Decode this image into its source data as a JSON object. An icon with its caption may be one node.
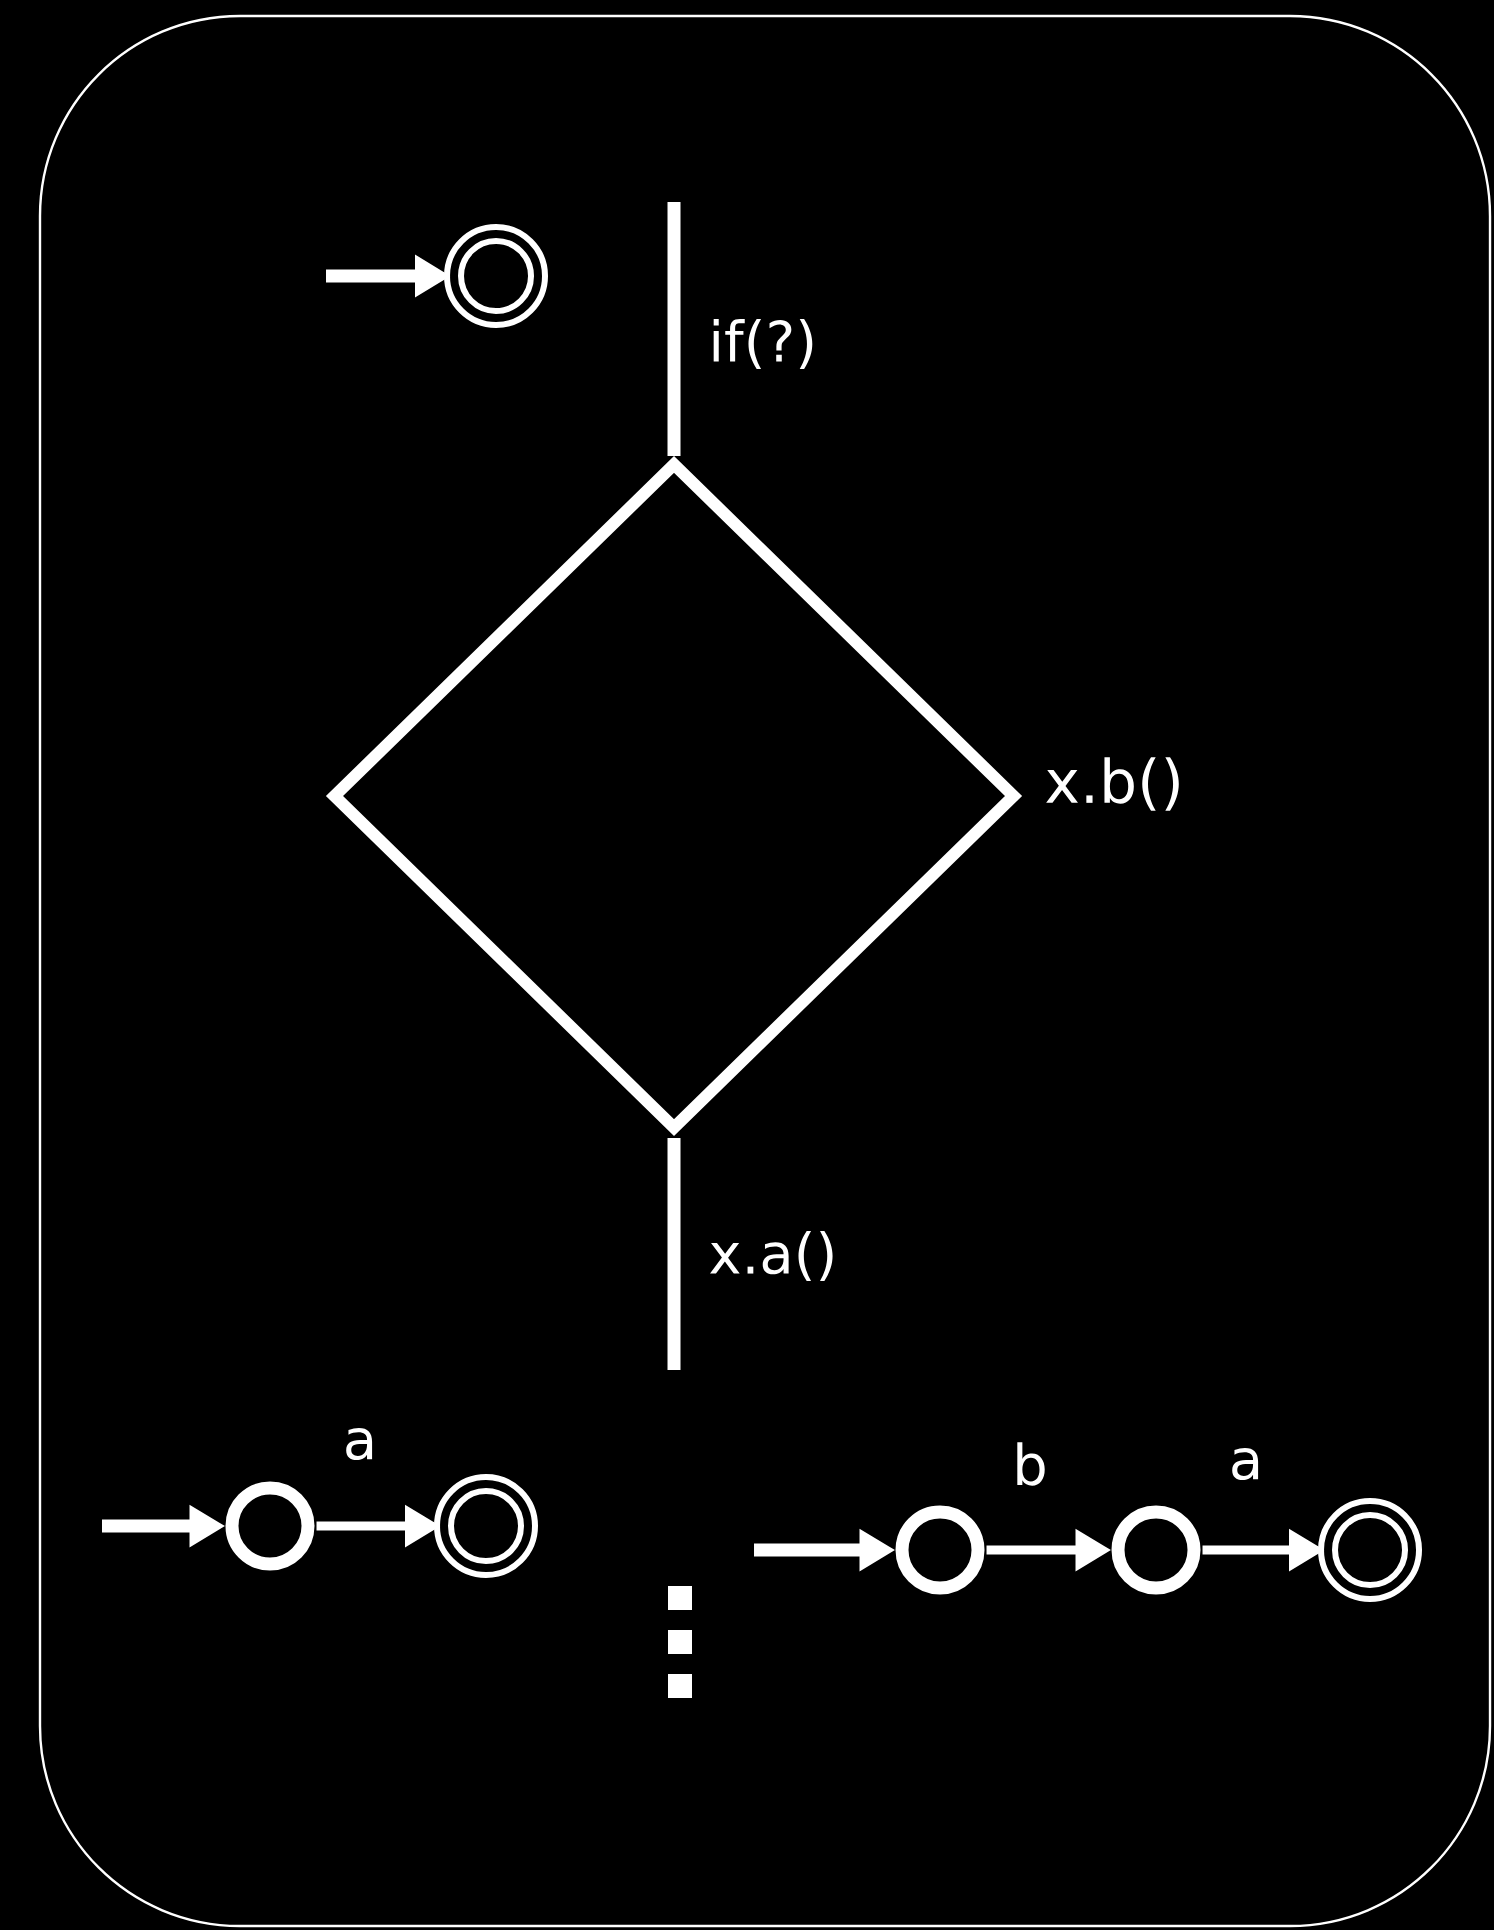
{
  "diagram": {
    "nodes": [
      {
        "text": [],
        "shape": "circle"
      },
      {
        "text": [],
        "shape": "diamond"
      },
      {
        "text": [],
        "shape": "circle"
      },
      {
        "text": [],
        "shape": "circle"
      },
      {
        "text": [],
        "shape": "circle"
      },
      {
        "text": [],
        "shape": "circle"
      },
      {
        "text": [],
        "shape": "circle"
      }
    ],
    "edges": [
      {
        "from": null,
        "to": 0,
        "arrow": "to"
      },
      {
        "from": null,
        "to": 1,
        "arrow": "none",
        "label": "if(?)"
      },
      {
        "from": 1,
        "to": null,
        "arrow": "none",
        "label": "x.a()"
      },
      {
        "from": null,
        "to": 2,
        "arrow": "to"
      },
      {
        "from": 2,
        "to": 3,
        "arrow": "to",
        "label": "a"
      },
      {
        "from": null,
        "to": 4,
        "arrow": "to"
      },
      {
        "from": 4,
        "to": 5,
        "arrow": "to",
        "label": "b"
      },
      {
        "from": 5,
        "to": 6,
        "arrow": "to",
        "label": "a"
      }
    ],
    "labels": [
      "x.b()"
    ]
  }
}
